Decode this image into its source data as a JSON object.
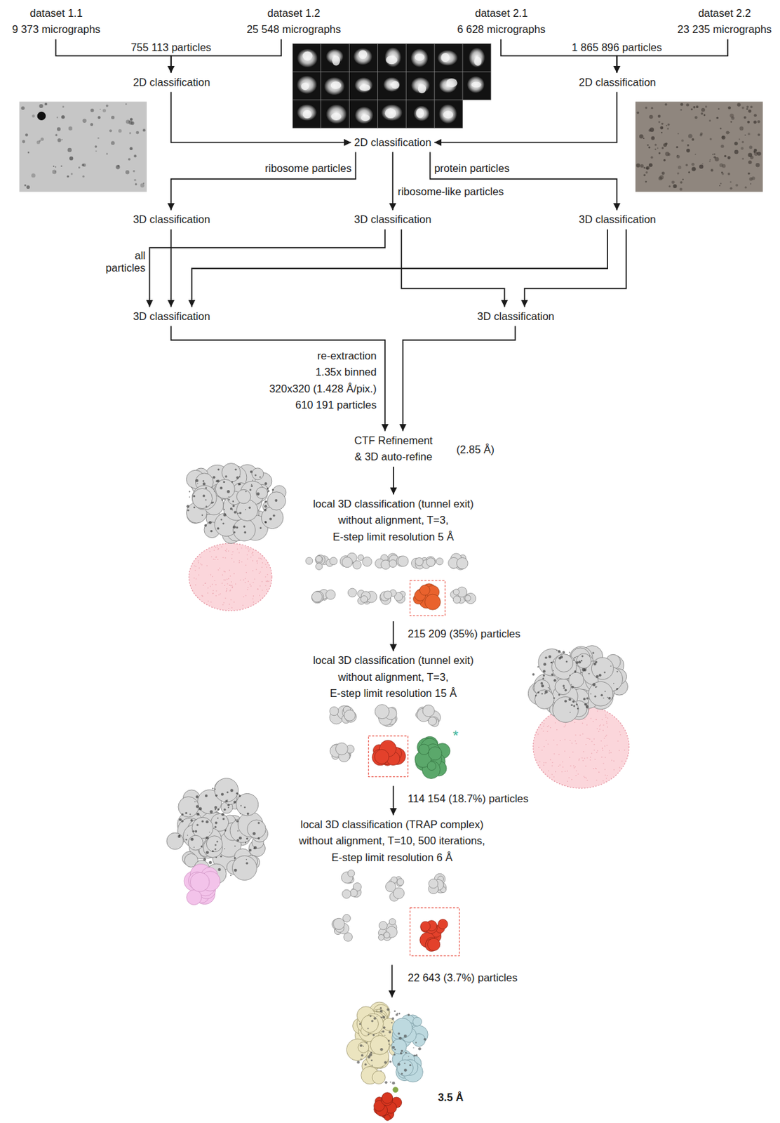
{
  "diagram": {
    "nodes": [
      {
        "text": [
          "dataset 1.1",
          "9 373 micrographs"
        ]
      },
      {
        "text": [
          "dataset 1.2",
          "25 548 micrographs"
        ]
      },
      {
        "text": [
          "dataset 2.1",
          "6 628 micrographs"
        ]
      },
      {
        "text": [
          "dataset 2.2",
          "23 235 micrographs"
        ]
      },
      {
        "text": [
          "2D classification"
        ]
      },
      {
        "text": [
          "2D classification"
        ]
      },
      {
        "text": [
          "2D classification"
        ]
      },
      {
        "text": [
          "3D classification"
        ]
      },
      {
        "text": [
          "3D classification"
        ]
      },
      {
        "text": [
          "3D classification"
        ]
      },
      {
        "text": [
          "3D classification"
        ]
      },
      {
        "text": [
          "3D classification"
        ]
      },
      {
        "text": [
          "CTF Refinement & 3D auto-refine"
        ]
      },
      {
        "text": [
          "local 3D classification (tunnel exit) without alignment, T=3, E-step limit resolution 5 Å"
        ]
      },
      {
        "text": [
          "local 3D classification (tunnel exit) without alignment, T=3, E-step limit resolution 15 Å"
        ]
      },
      {
        "text": [
          "local 3D classification (TRAP complex) without alignment, T=10, 500 iterations, E-step limit resolution 6 Å"
        ]
      },
      {
        "text": [
          "3.5 Å"
        ]
      }
    ],
    "edges": [
      {
        "from": 0,
        "to": 4,
        "arrow": "to",
        "label": "755 113 particles"
      },
      {
        "from": 1,
        "to": 4,
        "arrow": "to"
      },
      {
        "from": 2,
        "to": 5,
        "arrow": "to",
        "label": "1 865 896 particles"
      },
      {
        "from": 3,
        "to": 5,
        "arrow": "to"
      },
      {
        "from": 4,
        "to": 6,
        "arrow": "to"
      },
      {
        "from": 5,
        "to": 6,
        "arrow": "to"
      },
      {
        "from": 6,
        "to": 7,
        "arrow": "to",
        "label": "ribosome particles"
      },
      {
        "from": 6,
        "to": 8,
        "arrow": "to",
        "label": "ribosome-like particles"
      },
      {
        "from": 6,
        "to": 9,
        "arrow": "to",
        "label": "protein particles"
      },
      {
        "from": 7,
        "to": 10,
        "arrow": "to",
        "label": "all particles"
      },
      {
        "from": 8,
        "to": 10,
        "arrow": "to"
      },
      {
        "from": 9,
        "to": 10,
        "arrow": "to"
      },
      {
        "from": 8,
        "to": 11,
        "arrow": "to"
      },
      {
        "from": 9,
        "to": 11,
        "arrow": "to"
      },
      {
        "from": 10,
        "to": 12,
        "arrow": "to"
      },
      {
        "from": 11,
        "to": 12,
        "arrow": "to"
      },
      {
        "from": 12,
        "to": 13,
        "arrow": "to"
      },
      {
        "from": 13,
        "to": 14,
        "arrow": "to",
        "label": "215 209 (35%) particles"
      },
      {
        "from": 14,
        "to": 15,
        "arrow": "to",
        "label": "114 154 (18.7%) particles"
      },
      {
        "from": 15,
        "to": 16,
        "arrow": "to",
        "label": "22 643 (3.7%) particles"
      }
    ],
    "labels": [
      "re-extraction",
      "1.35x binned",
      "320x320 (1.428 Å/pix.)",
      "610 191 particles",
      "(2.85 Å)",
      "*"
    ]
  }
}
